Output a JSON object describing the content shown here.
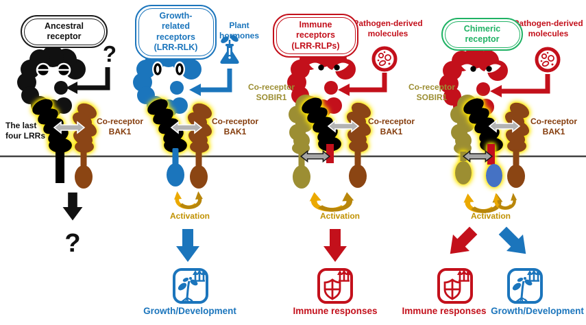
{
  "figure": {
    "type": "scientific-diagram",
    "topic": "Plant LRR receptor complexes: ancestral, growth-related, immune and chimeric receptors"
  },
  "colors": {
    "black": "#111111",
    "blue": "#1B75BC",
    "red": "#C3101B",
    "green": "#1FB264",
    "olive": "#9C8E33",
    "brown": "#8B4513",
    "brown_text": "#843C0C",
    "gold_light": "#EBA900",
    "gold_dark": "#B8860B",
    "activation_text": "#C09100",
    "glow": "#FFE600",
    "gray_arrow": "#B3B3B3",
    "membrane": "#404040"
  },
  "panels": [
    {
      "id": "ancestral",
      "title": "Ancestral receptor",
      "ligand_unknown": "?",
      "lrr_label": "The last\nfour LRRs",
      "bak1_label": "Co-receptor\nBAK1",
      "outcome_unknown": "?"
    },
    {
      "id": "growth",
      "title": "Growth-\nrelated receptors\n(LRR-RLK)",
      "ligand": "Plant\nhormones",
      "bak1_label": "Co-receptor\nBAK1",
      "activation": "Activation",
      "outcome": "Growth/Development"
    },
    {
      "id": "immune",
      "title": "Immune receptors\n(LRR-RLPs)",
      "ligand": "Pathogen-derived\nmolecules",
      "sobir1_label": "Co-receptor\nSOBIR1",
      "bak1_label": "Co-receptor\nBAK1",
      "activation": "Activation",
      "outcome": "Immune responses"
    },
    {
      "id": "chimeric",
      "title": "Chimeric receptor",
      "ligand": "Pathogen-derived\nmolecules",
      "sobir1_label": "Co-receptor\nSOBIR1",
      "bak1_label": "Co-receptor\nBAK1",
      "activation": "Activation",
      "outcome_immune": "Immune responses",
      "outcome_growth": "Growth/Development"
    }
  ],
  "icons": {
    "pathogen": "pathogen-molecule-icon",
    "plant_hormone": "flask-seedling-icon",
    "growth_outcome": "seedling-growth-icon",
    "immune_outcome": "shield-cross-icon",
    "interaction": "double-headed-arrow-icon",
    "activation_cycle": "cyclic-arrows-icon"
  }
}
